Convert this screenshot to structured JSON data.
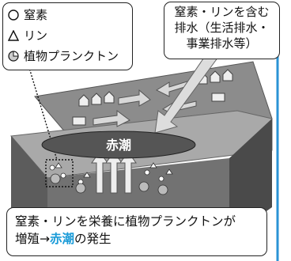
{
  "legend": {
    "items": [
      {
        "icon": "circle-icon",
        "label": "窒素"
      },
      {
        "icon": "triangle-icon",
        "label": "リン"
      },
      {
        "icon": "plankton-icon",
        "label": "植物プランクトン"
      }
    ]
  },
  "callout_top": {
    "lines": [
      "窒素・リンを含む",
      "排水（生活排水・",
      "事業排水等）"
    ]
  },
  "red_tide_label": "赤潮",
  "callout_bottom": {
    "line1": "窒素・リンを栄養に植物プランクトンが",
    "line2_before": "増殖→",
    "line2_highlight": "赤潮",
    "line2_after": "の発生"
  },
  "colors": {
    "highlight": "#1a9bd8",
    "ellipse": "#555555",
    "sea_top": "#9a9a9a",
    "sea_front": "#6e6e6e",
    "sea_side": "#4c4c4c",
    "accent_line": "#2a93d5"
  }
}
